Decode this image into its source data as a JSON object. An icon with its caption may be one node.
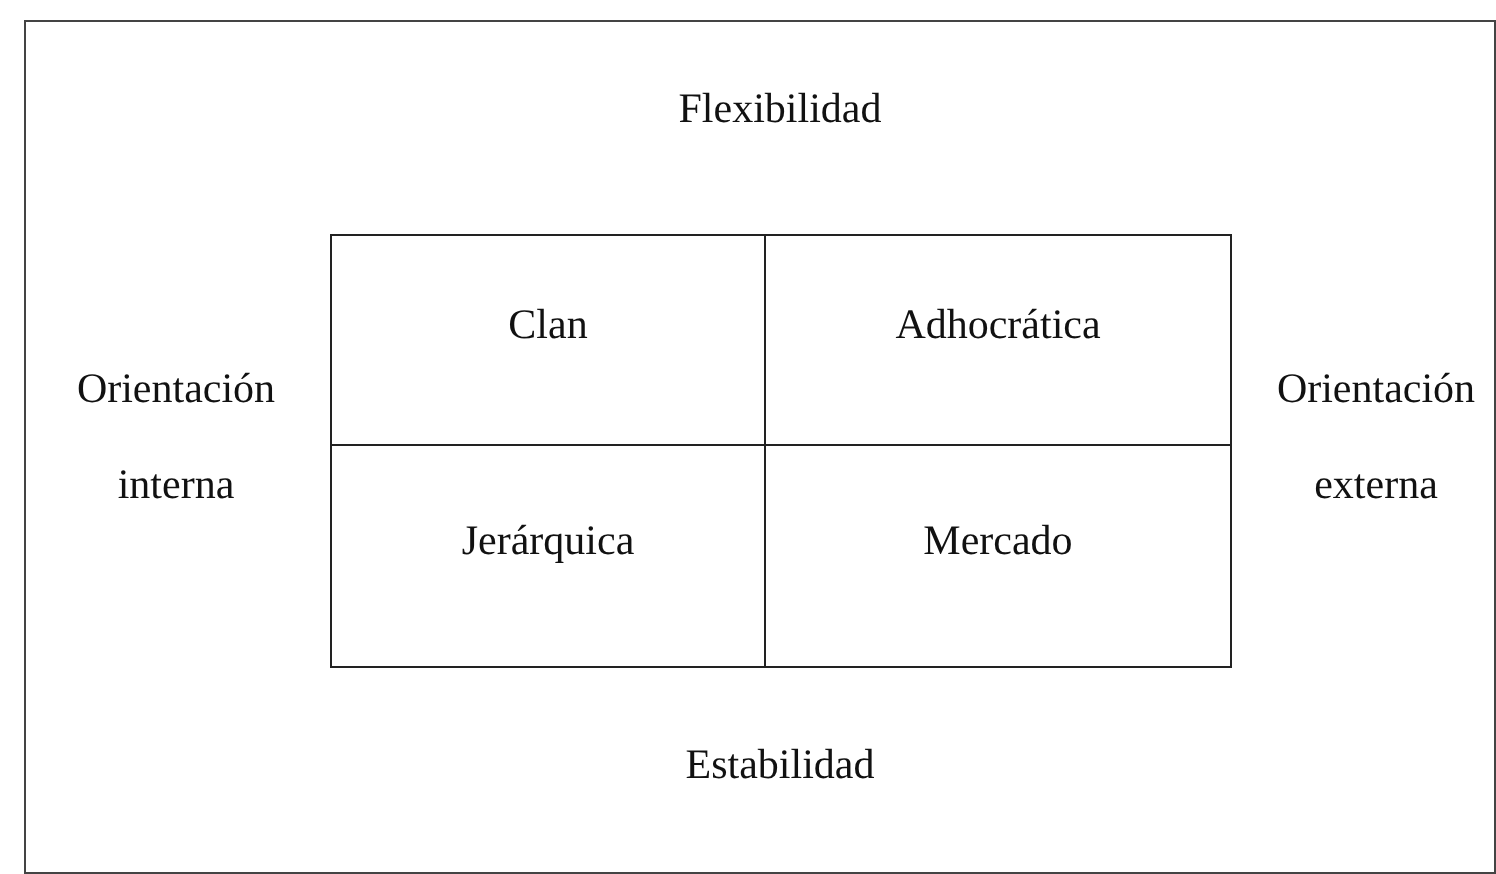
{
  "diagram": {
    "nodes": [
      {
        "text": [
          "Clan"
        ]
      },
      {
        "text": [
          "Adhocrática"
        ]
      },
      {
        "text": [
          "Jerárquica"
        ]
      },
      {
        "text": [
          "Mercado"
        ]
      }
    ],
    "labels": [
      "Flexibilidad",
      "Orientación interna",
      "Orientación externa",
      "Estabilidad"
    ]
  }
}
